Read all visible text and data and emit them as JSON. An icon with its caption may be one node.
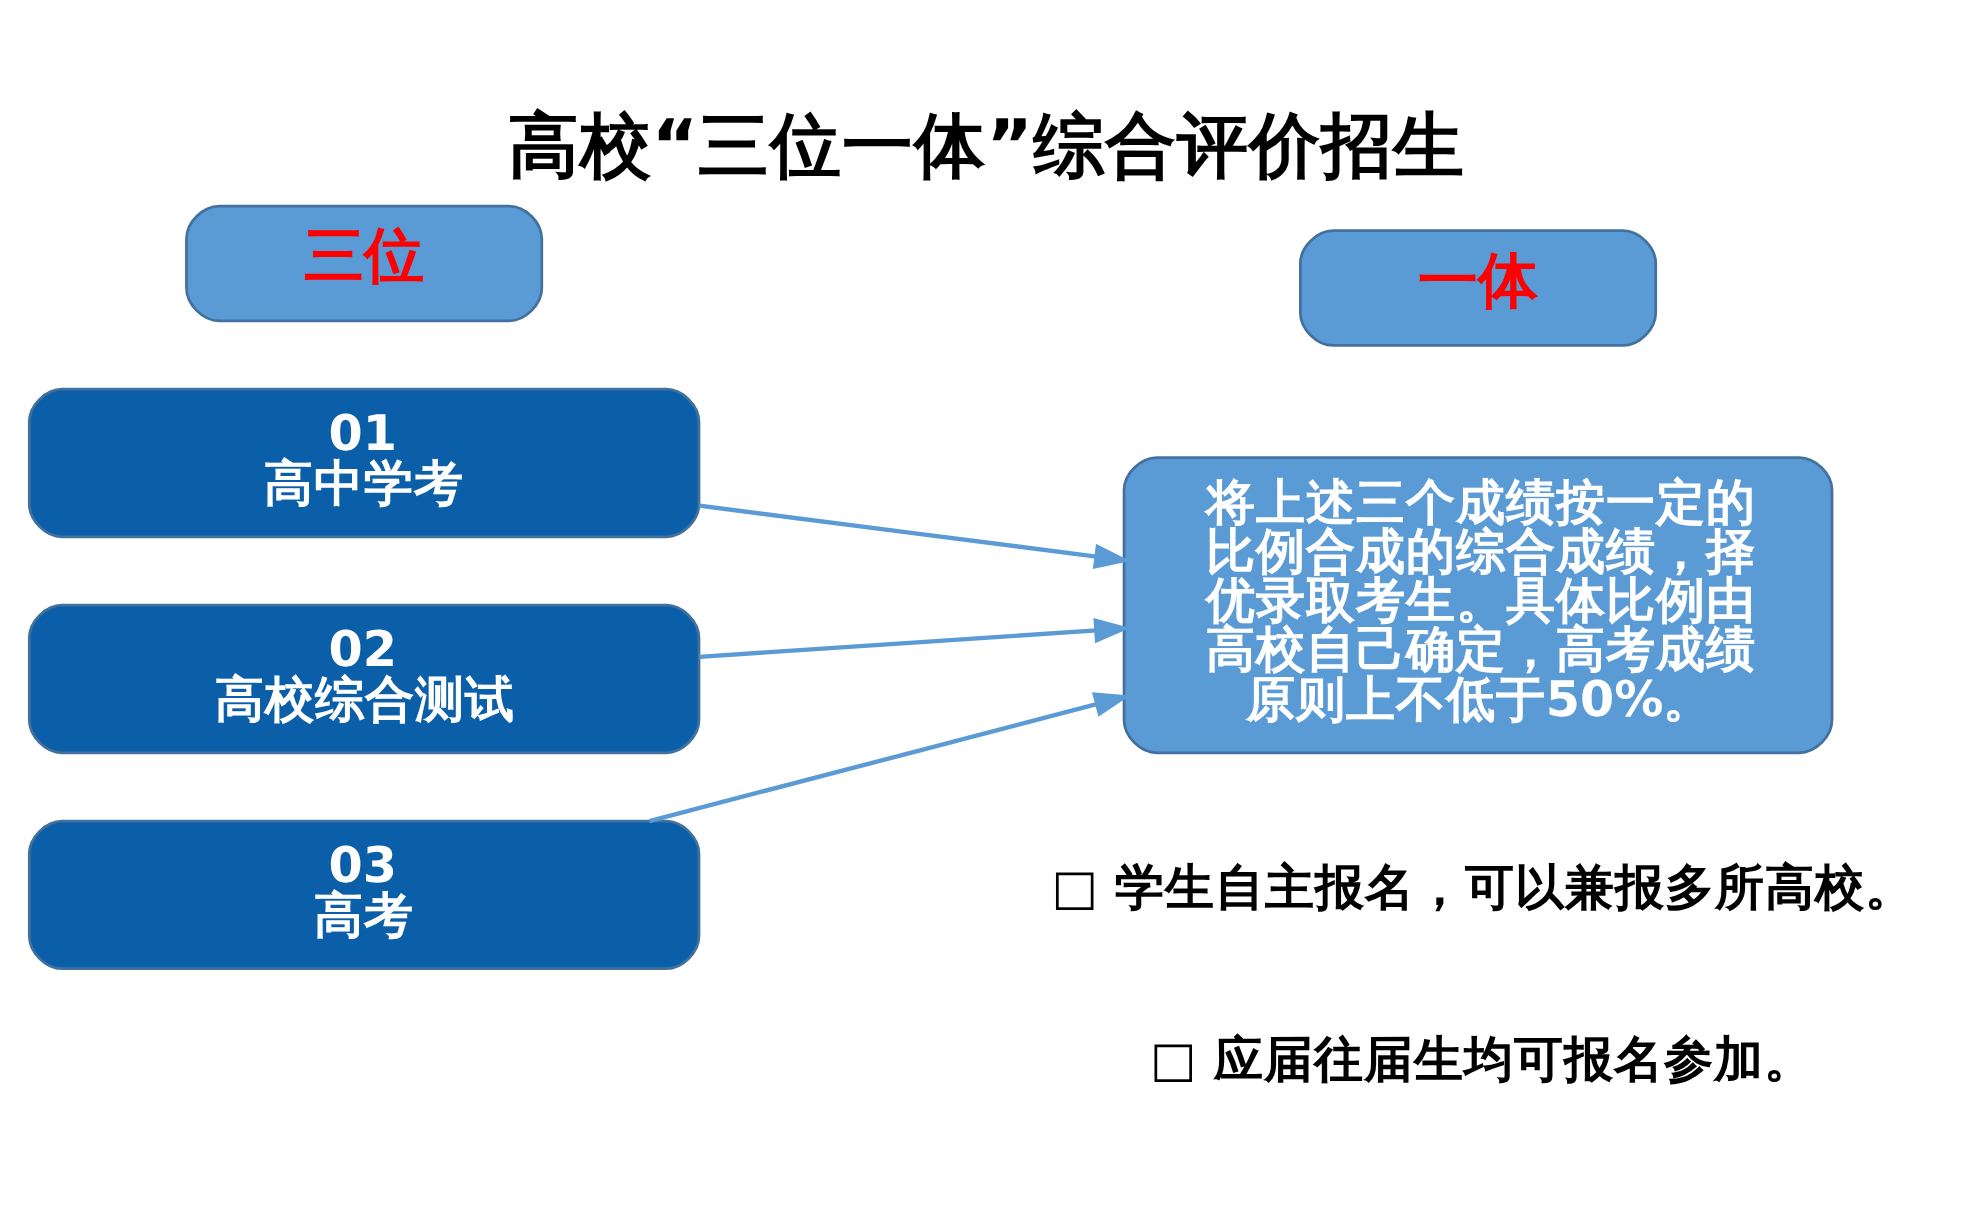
{
  "diagram": {
    "title": "高校“三位一体”综合评价招生",
    "nodes": [
      {
        "text": [
          "三位"
        ]
      },
      {
        "text": [
          "一体"
        ]
      },
      {
        "text": [
          "01",
          "高中学考"
        ]
      },
      {
        "text": [
          "02",
          "高校综合测试"
        ]
      },
      {
        "text": [
          "03",
          "高考"
        ]
      },
      {
        "text": [
          "将上述三个成绩按一定的比例合成的综合成绩，择优录取考生。具体比例由高校自己确定，高考成绩原则上不低于50%。"
        ]
      }
    ],
    "edges": [
      {
        "from": 2,
        "to": 5,
        "arrow": "to"
      },
      {
        "from": 3,
        "to": 5,
        "arrow": "to"
      },
      {
        "from": 4,
        "to": 5,
        "arrow": "to"
      }
    ],
    "labels": [
      "□ 学生自主报名，可以兼报多所高校。",
      "□ 应届往届生均可报名参加。"
    ]
  }
}
